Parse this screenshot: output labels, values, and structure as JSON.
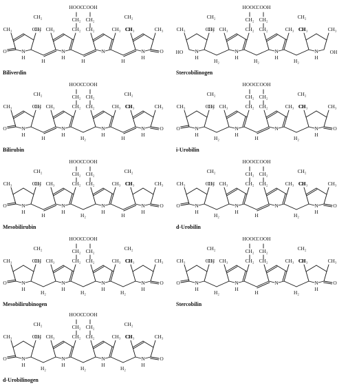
{
  "labels": {
    "ch3": "CH₃",
    "ch2": "CH₂",
    "ch": "CH",
    "h2": "H₂",
    "h": "H",
    "n": "N",
    "o": "O",
    "ho": "HO",
    "oh": "OH",
    "hooc": "HOOC",
    "cooh": "COOH"
  },
  "compounds": [
    {
      "name": "Biliverdin",
      "ends": [
        "vinyl-oxo",
        "vinyl-oxo"
      ],
      "bridges": [
        "methine",
        "methine",
        "methine"
      ],
      "rightmost_nh": false
    },
    {
      "name": "Stercobilinogen",
      "ends": [
        "ethyl-hydroxy",
        "ethyl-hydroxy"
      ],
      "bridges": [
        "methylene",
        "methylene",
        "methylene"
      ],
      "rightmost_nh": false
    },
    {
      "name": "Bilirubin",
      "ends": [
        "vinyl-oxo",
        "vinyl-oxo"
      ],
      "bridges": [
        "methine",
        "methylene",
        "methine"
      ],
      "rightmost_nh": false
    },
    {
      "name": "i-Urobilin",
      "ends": [
        "ethyl-oxo",
        "ethyl-oxo"
      ],
      "bridges": [
        "methylene",
        "methine",
        "methylene"
      ],
      "rightmost_nh": false
    },
    {
      "name": "Mesobilirubin",
      "ends": [
        "ethyl-oxo",
        "ethyl-oxo"
      ],
      "bridges": [
        "methine",
        "methylene",
        "methine"
      ],
      "rightmost_nh": false
    },
    {
      "name": "d-Urobilin",
      "ends": [
        "ethyl-oxo",
        "vinyl-oxo"
      ],
      "bridges": [
        "methylene",
        "methine",
        "methylene"
      ],
      "rightmost_nh": false
    },
    {
      "name": "Mesobilirubinogen",
      "ends": [
        "ethyl-oxo",
        "ethyl-oxo"
      ],
      "bridges": [
        "methylene",
        "methylene",
        "methylene"
      ],
      "rightmost_nh": false
    },
    {
      "name": "Stercobilin",
      "ends": [
        "ethyl-oxo",
        "ethyl-oxo"
      ],
      "bridges": [
        "methylene",
        "methine",
        "methylene"
      ],
      "rightmost_nh": false
    },
    {
      "name": "d-Urobilinogen",
      "ends": [
        "ethyl-oxo",
        "vinyl-oxo"
      ],
      "bridges": [
        "methylene",
        "methylene",
        "methylene"
      ],
      "rightmost_nh": false
    }
  ]
}
